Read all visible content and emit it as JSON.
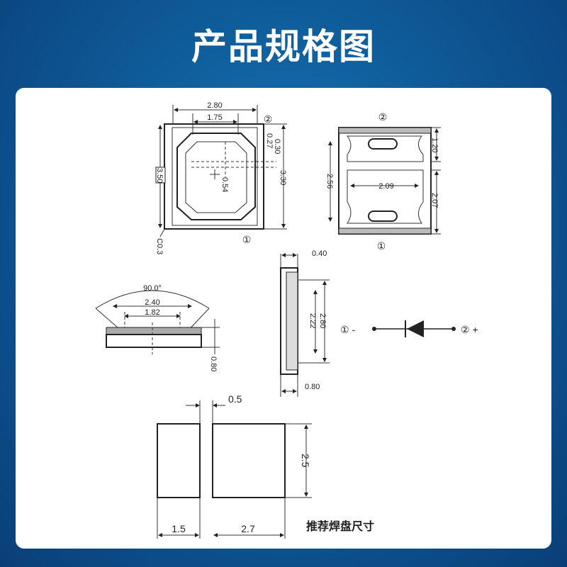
{
  "title": "产品规格图",
  "top_view": {
    "dim_width": "2.80",
    "dim_inner": "1.75",
    "dim_027": "0.27",
    "dim_030": "0.30",
    "dim_330": "3.30",
    "dim_054": "0.54",
    "dim_350": "3.50",
    "dim_c03": "C0.3",
    "pin2": "②",
    "pin1": "①"
  },
  "bottom_view": {
    "pin2": "②",
    "pin1": "①",
    "dim_120": "1.20",
    "dim_256": "2.56",
    "dim_209": "2.09",
    "dim_207": "2.07"
  },
  "side_view": {
    "angle": "90.0°",
    "dim_240": "2.40",
    "dim_182": "1.82",
    "dim_080": "0.80"
  },
  "end_view": {
    "dim_040": "0.40",
    "dim_280": "2.80",
    "dim_222": "2.22",
    "dim_080": "0.80"
  },
  "symbol": {
    "left_label": "① -",
    "right_label": "② +"
  },
  "pads": {
    "gap": "0.5",
    "height": "2.5",
    "left_width": "1.5",
    "right_width": "2.7",
    "caption": "推荐焊盘尺寸"
  }
}
